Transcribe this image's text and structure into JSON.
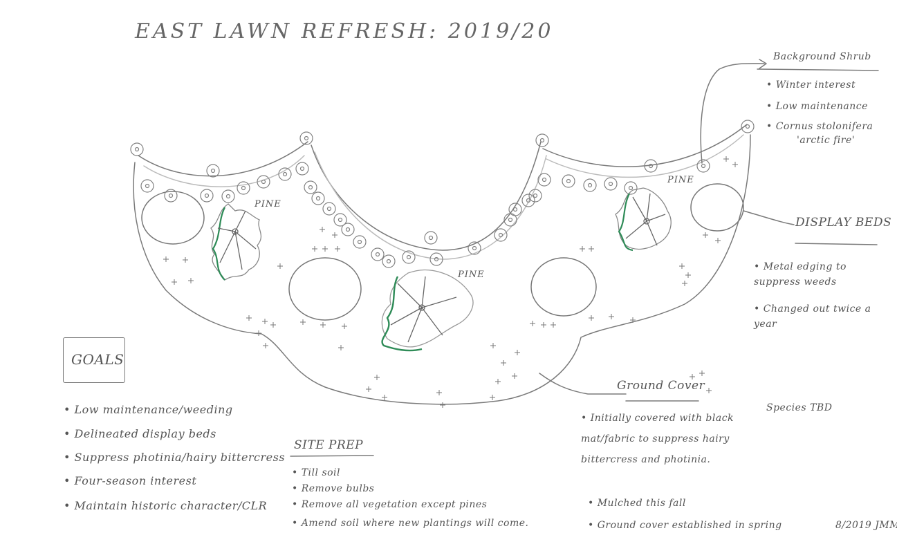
{
  "title": "EAST LAWN REFRESH: 2019/20",
  "signature": "8/2019 JMM",
  "plan_labels": {
    "pine": "PINE"
  },
  "goals": {
    "heading": "GOALS",
    "items": [
      "Low maintenance/weeding",
      "Delineated display beds",
      "Suppress photinia/hairy bittercress",
      "Four-season interest",
      "Maintain historic character/CLR"
    ]
  },
  "site_prep": {
    "heading": "SITE PREP",
    "items": [
      "Till soil",
      "Remove bulbs",
      "Remove all vegetation except pines",
      "Amend soil where new plantings will come."
    ]
  },
  "background_shrub": {
    "heading": "Background Shrub",
    "items": [
      "Winter interest",
      "Low maintenance",
      "Cornus stolonifera"
    ],
    "cultivar": "'arctic fire'"
  },
  "display_beds": {
    "heading": "DISPLAY BEDS",
    "items": [
      "Metal edging to suppress weeds",
      "Changed out twice a year"
    ]
  },
  "ground_cover": {
    "heading": "Ground Cover",
    "species": "Species TBD",
    "items": [
      "Initially covered with black mat/fabric to suppress hairy bittercress and photinia.",
      "Mulched this fall",
      "Ground cover established in spring"
    ]
  },
  "colors": {
    "pencil": "#6e6e6e",
    "pine_outline": "#2e8b57",
    "paper": "#ffffff"
  }
}
